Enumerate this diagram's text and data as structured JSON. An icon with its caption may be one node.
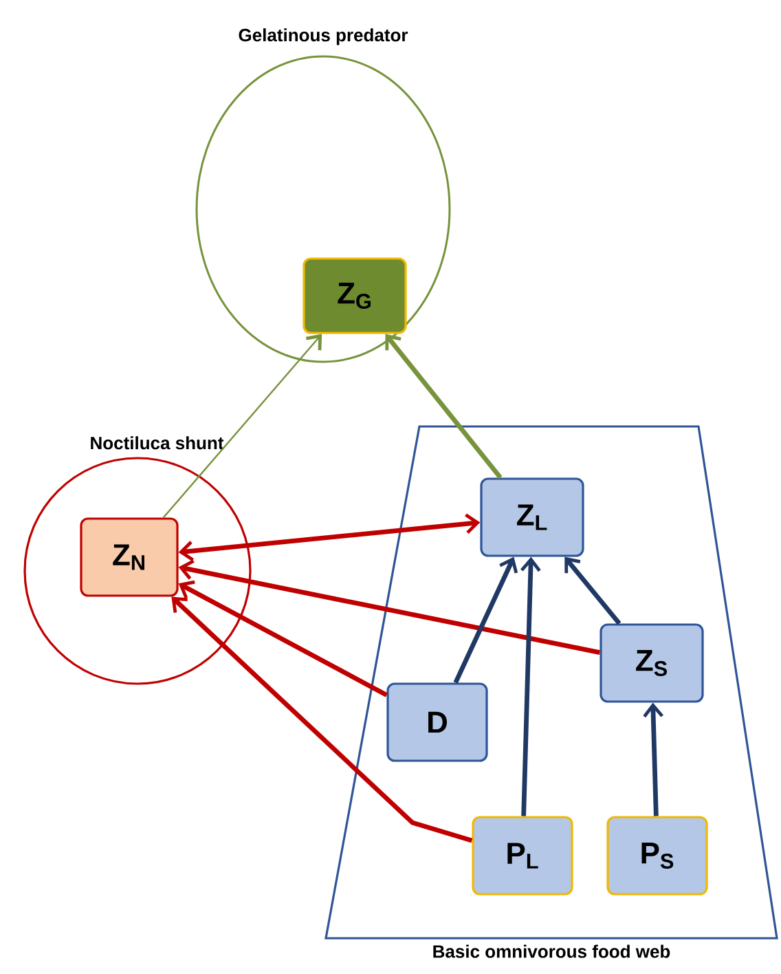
{
  "diagram": {
    "nodes": [
      {
        "text": [
          "Gelatinous predator"
        ]
      },
      {
        "text": [
          "Z$_{G}$"
        ],
        "in": 0
      },
      {
        "text": [
          "Noctiluca shunt"
        ]
      },
      {
        "text": [
          "Z$_{N}$"
        ],
        "in": 2
      },
      {
        "text": [
          "Basic omnivorous food web"
        ]
      },
      {
        "text": [
          "Z$_{L}$"
        ],
        "in": 4
      },
      {
        "text": [
          "Z$_{S}$"
        ],
        "in": 4
      },
      {
        "text": [
          "D"
        ],
        "in": 4
      },
      {
        "text": [
          "P$_{L}$"
        ],
        "in": 4
      },
      {
        "text": [
          "P$_{S}$"
        ],
        "in": 4
      }
    ],
    "edges": [
      {
        "from": 3,
        "to": 1,
        "arrow": "to",
        "color": "#77933c"
      },
      {
        "from": 5,
        "to": 1,
        "arrow": "to",
        "color": "#77933c"
      },
      {
        "from": 3,
        "to": 5,
        "arrow": "both",
        "color": "#c00000"
      },
      {
        "from": 6,
        "to": 3,
        "arrow": "to",
        "color": "#c00000"
      },
      {
        "from": 7,
        "to": 3,
        "arrow": "to",
        "color": "#c00000"
      },
      {
        "from": 8,
        "to": 3,
        "arrow": "to",
        "color": "#c00000"
      },
      {
        "from": 7,
        "to": 5,
        "arrow": "to",
        "color": "#1f3864"
      },
      {
        "from": 8,
        "to": 5,
        "arrow": "to",
        "color": "#1f3864"
      },
      {
        "from": 6,
        "to": 5,
        "arrow": "to",
        "color": "#1f3864"
      },
      {
        "from": 9,
        "to": 6,
        "arrow": "to",
        "color": "#1f3864"
      }
    ]
  }
}
